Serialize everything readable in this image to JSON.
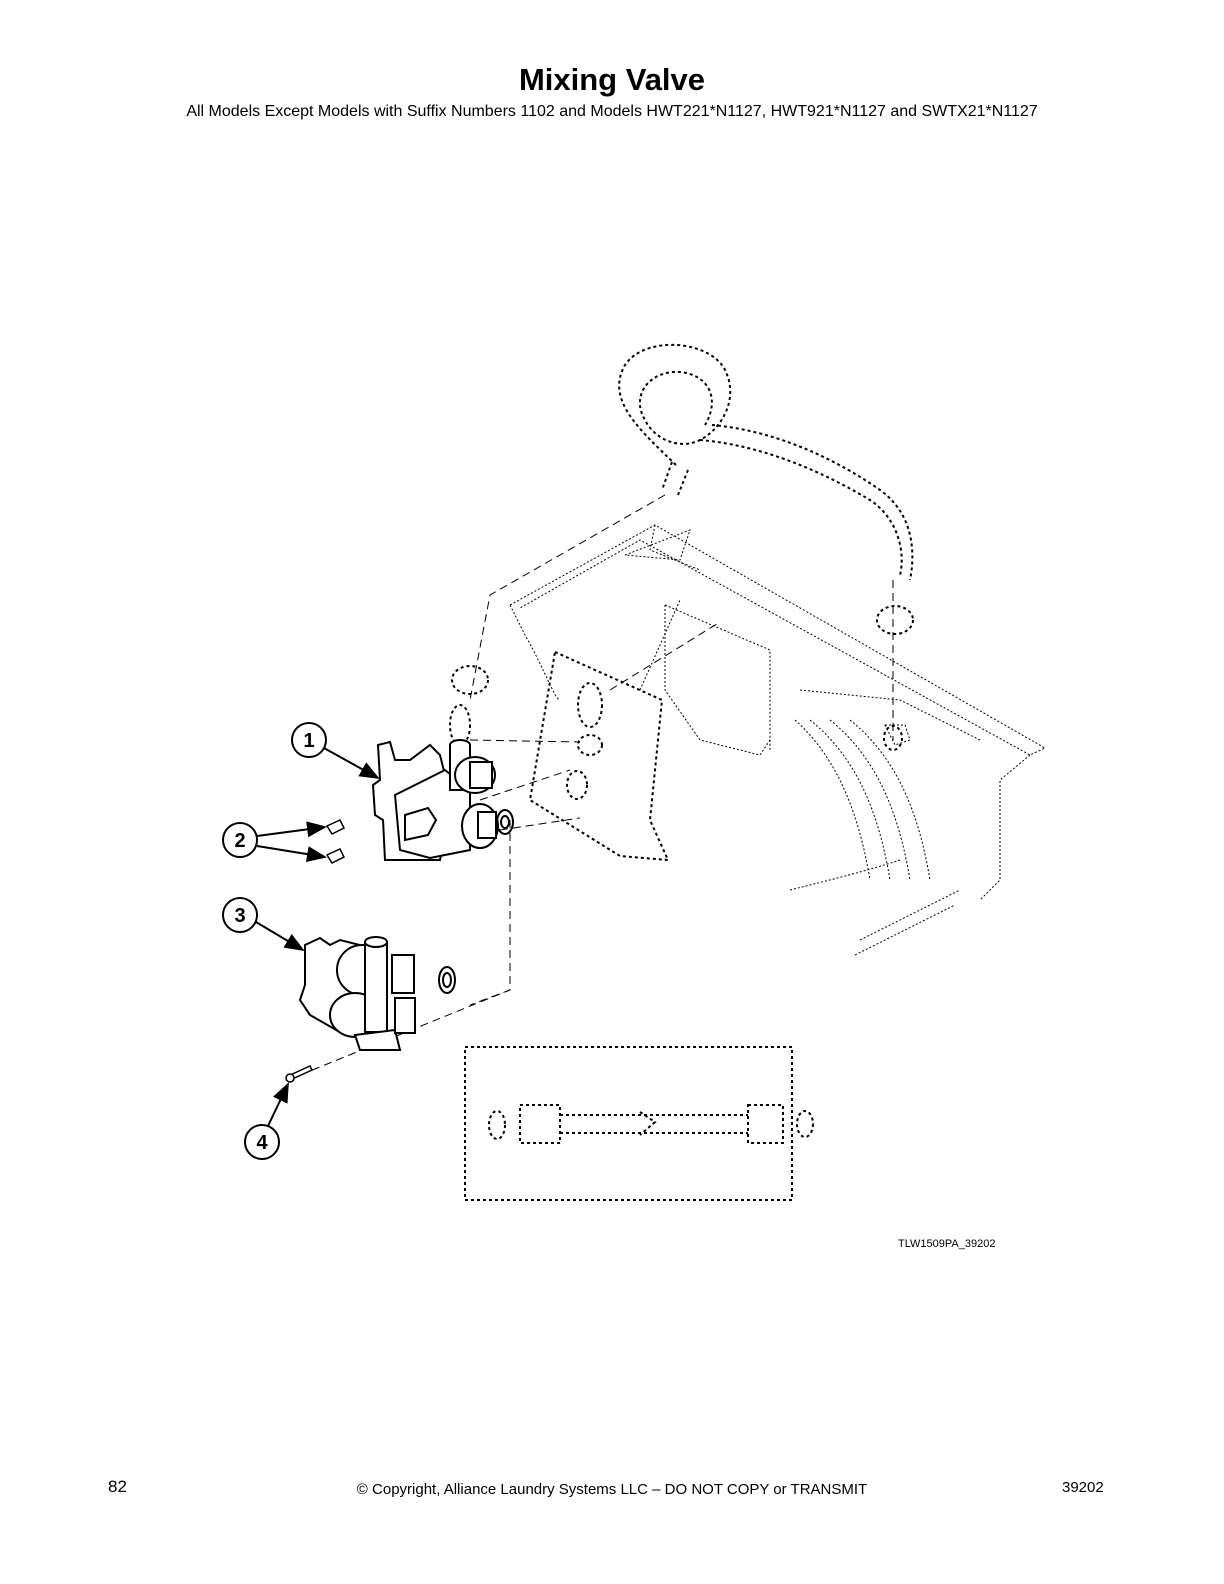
{
  "header": {
    "title": "Mixing Valve",
    "subtitle": "All Models Except Models with Suffix Numbers 1102 and Models HWT221*N1127, HWT921*N1127 and SWTX21*N1127"
  },
  "diagram": {
    "callouts": [
      "1",
      "2",
      "3",
      "4"
    ],
    "figure_code": "TLW1509PA_39202"
  },
  "footer": {
    "page_number": "82",
    "copyright": "© Copyright, Alliance Laundry Systems LLC – DO NOT COPY or TRANSMIT",
    "doc_number": "39202"
  }
}
